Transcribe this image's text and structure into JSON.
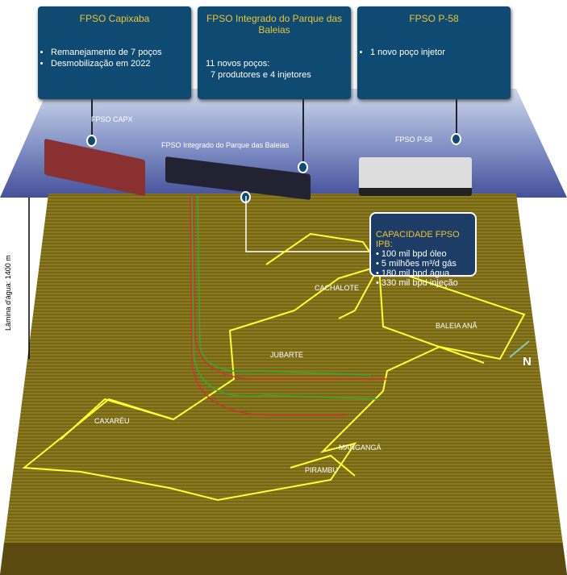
{
  "cards": [
    {
      "title": "FPSO Capixaba",
      "items": [
        "Remanejamento de 7 poços",
        "Desmobilização em 2022"
      ]
    },
    {
      "title": "FPSO Integrado do Parque das Baleias",
      "items": [
        "11 novos poços:",
        "7 produtores e 4 injetores"
      ]
    },
    {
      "title": "FPSO P-58",
      "items": [
        "1 novo poço injetor"
      ]
    }
  ],
  "ships": {
    "capx": "FPSO CAPX",
    "ipb": "FPSO Integrado do Parque das Baleias",
    "p58": "FPSO P-58"
  },
  "capacity": {
    "title": "CAPACIDADE FPSO IPB:",
    "items": [
      "• 100 mil bpd óleo",
      "• 5 milhões m³/d gás",
      "• 180 mil bpd água",
      "• 330 mil bpd injeção"
    ]
  },
  "depth_label": "Lâmina d'água: 1400 m",
  "fields": {
    "cachalote": "CACHALOTE",
    "baleia_ana": "BALEIA ANÃ",
    "jubarte": "JUBARTE",
    "caxareu": "CAXARÉU",
    "mangangá": "MANGANGÁ",
    "pirambu": "PIRAMBU"
  },
  "north": "N",
  "colors": {
    "card": "#0e4a72",
    "title": "#f1c232",
    "field_line": "#ffff33"
  }
}
